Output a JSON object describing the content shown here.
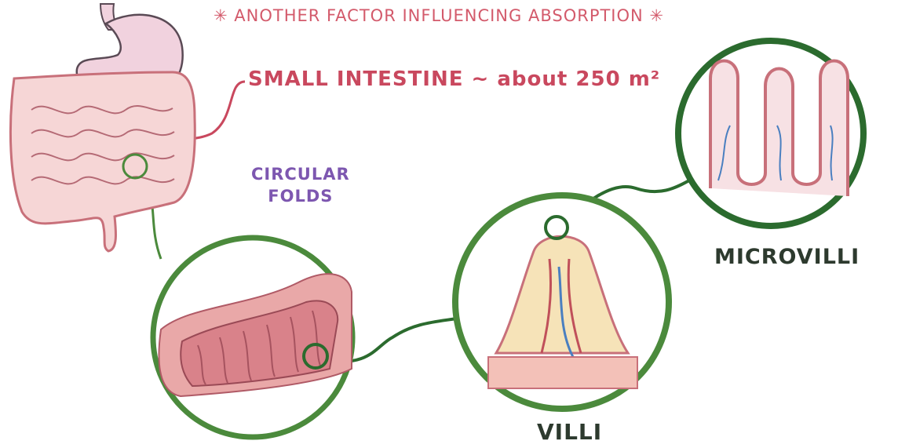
{
  "title": "✳ ANOTHER FACTOR INFLUENCING ABSORPTION ✳",
  "small_intestine": "SMALL INTESTINE ~ about 250 m²",
  "circular_folds": [
    "CIRCULAR",
    "FOLDS"
  ],
  "villi_label": "VILLI",
  "microvilli_label": "MICROVILLI",
  "colors": {
    "stomach": "#f1d2de",
    "intestine_tissue": "#f6d6d6",
    "intestine_outline": "#c8707a",
    "magnifier_ring": "#4b8a3c",
    "label_red": "#c9485e",
    "label_purple": "#7d57b0",
    "label_dark": "#2d3a2e"
  }
}
